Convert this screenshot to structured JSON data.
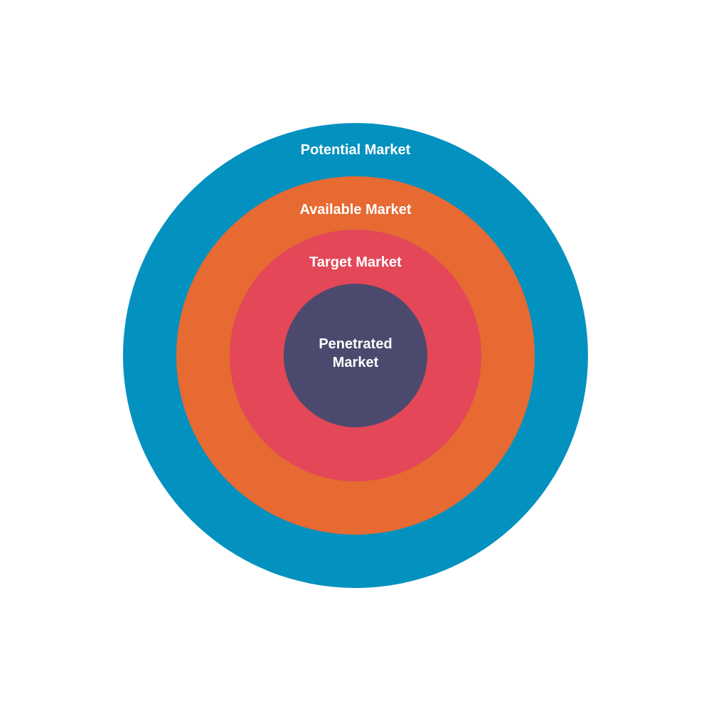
{
  "diagram": {
    "rings": [
      {
        "label": "Potential Market",
        "color": "#0391BF"
      },
      {
        "label": "Available Market",
        "color": "#E66A32"
      },
      {
        "label": "Target Market",
        "color": "#E34758"
      },
      {
        "label_line1": "Penetrated",
        "label_line2": "Market",
        "color": "#4B4A6E"
      }
    ]
  }
}
